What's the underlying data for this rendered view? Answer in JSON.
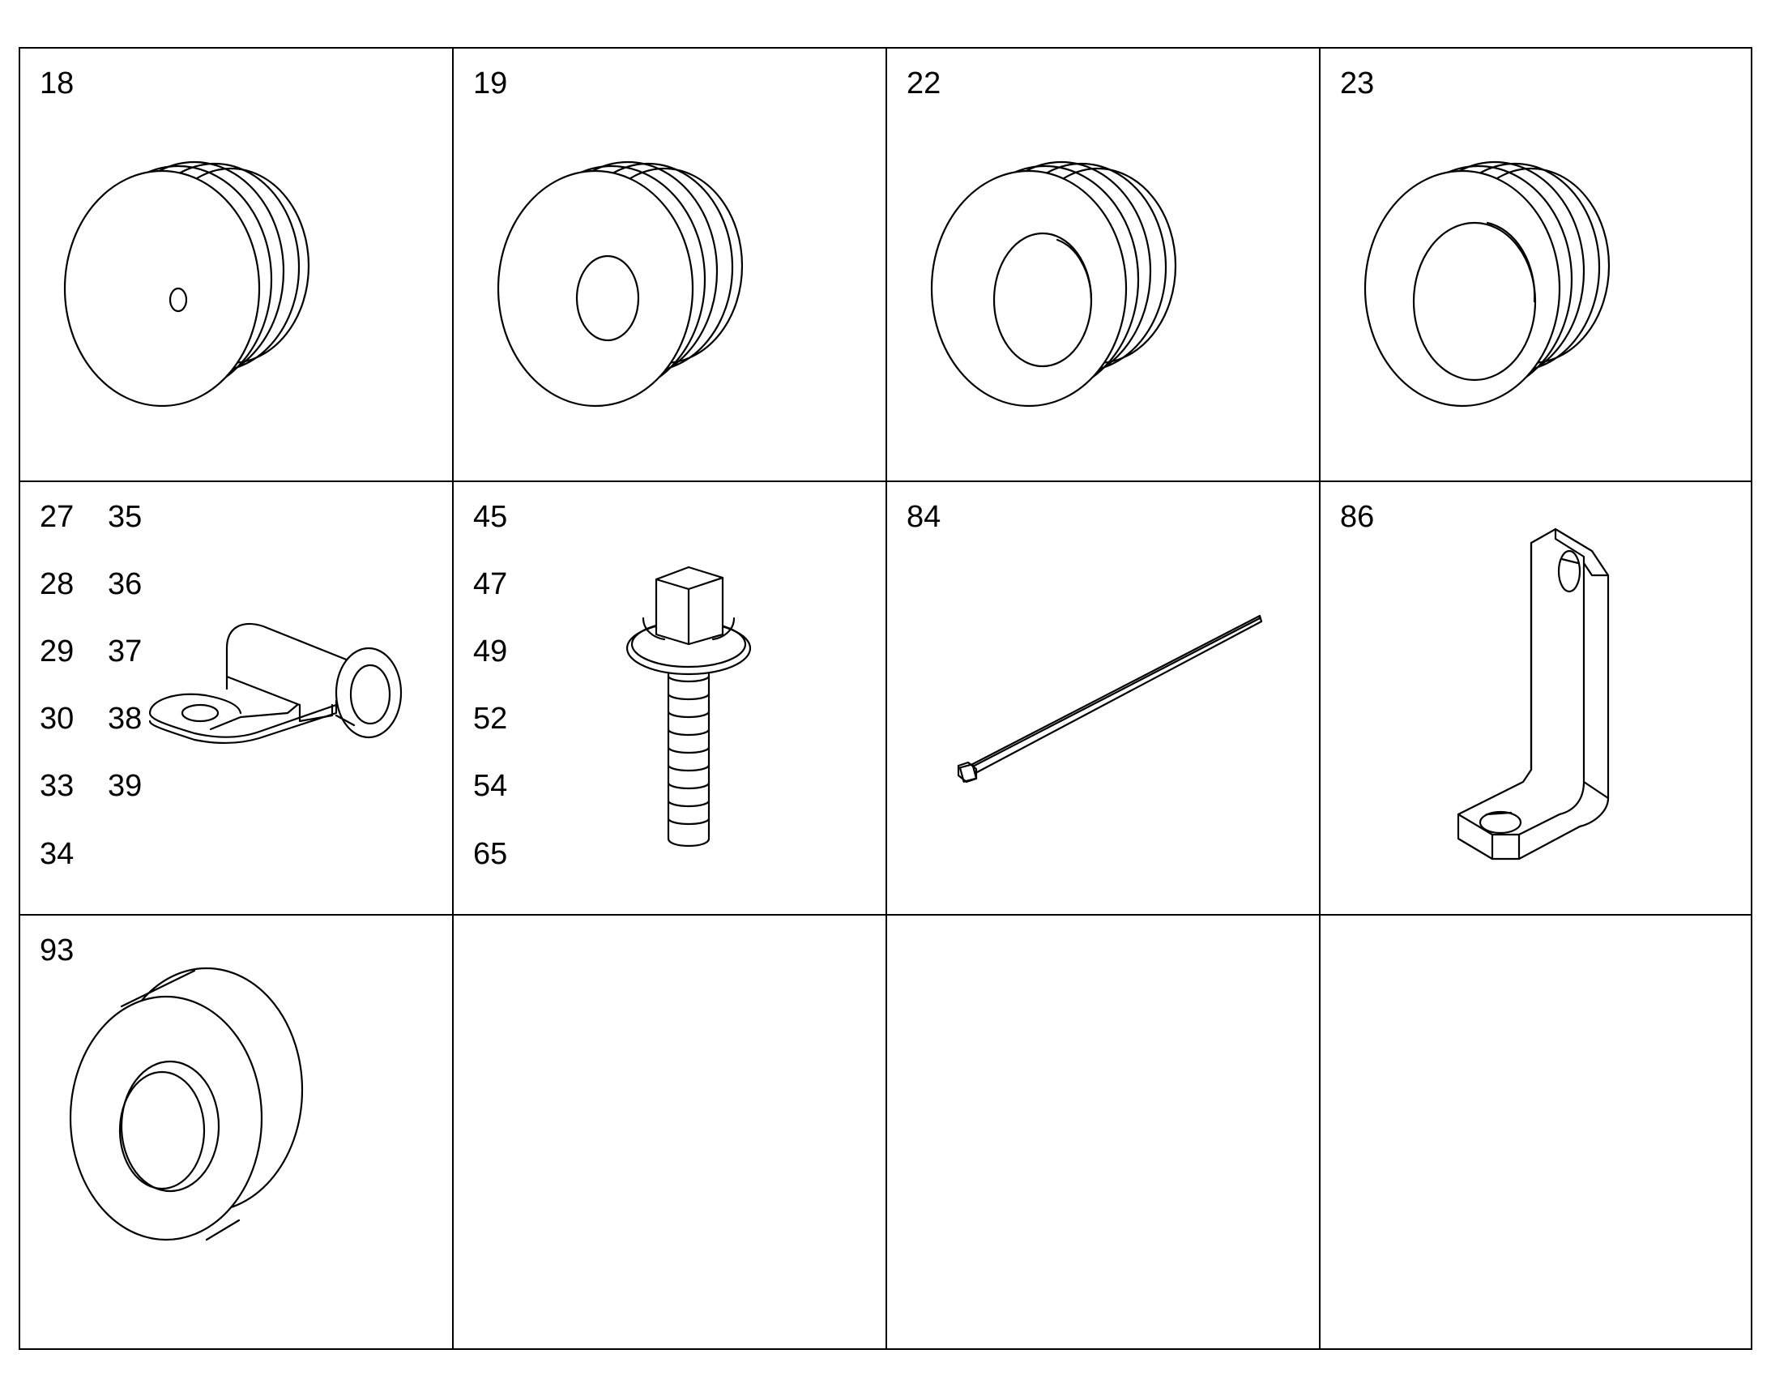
{
  "cells": [
    {
      "labels": [
        "18"
      ],
      "icon": "grommet-icon"
    },
    {
      "labels": [
        "19"
      ],
      "icon": "grommet-icon"
    },
    {
      "labels": [
        "22"
      ],
      "icon": "grommet-icon"
    },
    {
      "labels": [
        "23"
      ],
      "icon": "grommet-icon"
    },
    {
      "labels": [
        "27",
        "28",
        "29",
        "30",
        "33",
        "34",
        "35",
        "36",
        "37",
        "38",
        "39"
      ],
      "icon": "p-clamp-icon"
    },
    {
      "labels": [
        "45",
        "47",
        "49",
        "52",
        "54",
        "65"
      ],
      "icon": "flange-bolt-icon"
    },
    {
      "labels": [
        "84"
      ],
      "icon": "cable-tie-icon"
    },
    {
      "labels": [
        "86"
      ],
      "icon": "l-bracket-icon"
    },
    {
      "labels": [
        "93"
      ],
      "icon": "spacer-ring-icon"
    },
    {
      "labels": [],
      "icon": ""
    },
    {
      "labels": [],
      "icon": ""
    },
    {
      "labels": [],
      "icon": ""
    }
  ]
}
